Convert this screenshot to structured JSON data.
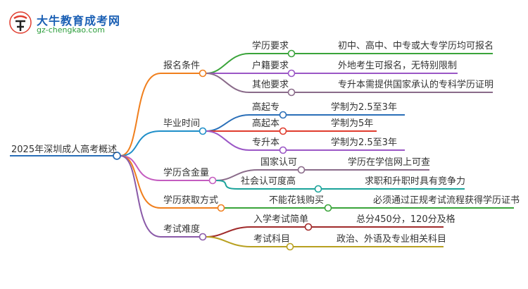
{
  "logo": {
    "title": "大牛教育成考网",
    "url": "gz-chengkao.com"
  },
  "root": {
    "label": "2025年深圳成人高考概述",
    "color": "#2a6fb8"
  },
  "branches": [
    {
      "label": "报名条件",
      "color": "#f07f1d",
      "children": [
        {
          "label": "学历要求",
          "detail": "初中、高中、中专或大专学历均可报名",
          "color": "#3aa43a"
        },
        {
          "label": "户籍要求",
          "detail": "外地考生可报名，无特别限制",
          "color": "#9b57c6"
        },
        {
          "label": "其他要求",
          "detail": "专升本需提供国家承认的专科学历证明",
          "color": "#8a6b8a"
        }
      ]
    },
    {
      "label": "毕业时间",
      "color": "#1f8fc9",
      "children": [
        {
          "label": "高起专",
          "detail": "学制为2.5至3年",
          "color": "#2a6fb8"
        },
        {
          "label": "高起本",
          "detail": "学制为5年",
          "color": "#e03c2e"
        },
        {
          "label": "专升本",
          "detail": "学制为2.5至3年",
          "color": "#9b57c6"
        }
      ]
    },
    {
      "label": "学历含金量",
      "color": "#c45cc0",
      "children": [
        {
          "label": "国家认可",
          "detail": "学历在学信网上可查",
          "color": "#8a6b8a"
        },
        {
          "label": "社会认可度高",
          "detail": "求职和升职时具有竞争力",
          "color": "#1aa39a"
        }
      ]
    },
    {
      "label": "学历获取方式",
      "color": "#f07f1d",
      "children": [
        {
          "label": "不能花钱购买",
          "detail": "必须通过正规考试流程获得学历证书",
          "color": "#3aa43a"
        }
      ]
    },
    {
      "label": "考试难度",
      "color": "#8a5aa8",
      "children": [
        {
          "label": "入学考试简单",
          "detail": "总分450分，120分及格",
          "color": "#a02a2a"
        },
        {
          "label": "考试科目",
          "detail": "政治、外语及专业相关科目",
          "color": "#b8a020"
        }
      ]
    }
  ]
}
